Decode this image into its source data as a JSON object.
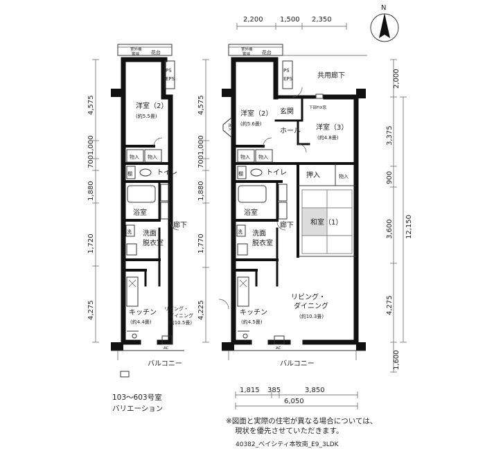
{
  "north_label": "N",
  "top_dims": [
    "2,200",
    "1,500",
    "2,350"
  ],
  "bottom_dims": [
    "1,815",
    "385",
    "3,850"
  ],
  "bottom_total": "6,050",
  "left_dims": [
    "4,575",
    "1,000",
    "700",
    "1,880",
    "1,720",
    "4,275"
  ],
  "mid_dims": [
    "4,575",
    "1,000",
    "700",
    "1,880",
    "1,770",
    "4,225"
  ],
  "right_dims": [
    "2,000",
    "3,375",
    "900",
    "3,600",
    "4,275",
    "1,600"
  ],
  "right_total": "12,150",
  "labels": {
    "outdoor_unit": "室外機",
    "outdoor_unit_place": "置場",
    "flower_stand": "花台",
    "ps": "PS",
    "eps": "EPS",
    "common_corridor": "共用廊下",
    "lower_fix_window": "下部FIX窓",
    "storage_a": "物入",
    "storage_b": "物入",
    "shelf": "棚",
    "toilet": "トイレ",
    "bath": "浴室",
    "wash": "洗",
    "washroom_1": "洗面",
    "washroom_2": "脱衣室",
    "corridor": "廊下",
    "kitchen": "キッチン",
    "balcony": "バルコニー",
    "entrance": "玄関",
    "hall": "ホール",
    "oshiire": "押入",
    "ac": "AC",
    "variation_units": "103〜603号室",
    "variation": "バリエーション"
  },
  "left_plan": {
    "room2": "洋室（2）",
    "room2_size": "(約5.5畳)",
    "kitchen_size": "(約4.4畳)",
    "living": "リビング・",
    "living2": "ダイニング",
    "living_size": "(約10.5畳)"
  },
  "right_plan": {
    "room2": "洋室（2）",
    "room2_size": "(約5.6畳)",
    "room3": "洋室（3）",
    "room3_size": "(約4.8畳)",
    "washitsu": "和室（1）",
    "kitchen_size": "(約4.5畳)",
    "living": "リビング・",
    "living2": "ダイニング",
    "living_size": "(約10.3畳)",
    "shoe_label": "出入"
  },
  "notes": {
    "line1": "※図面と実際の住宅が異なる場合については、",
    "line2": "現状を優先させていただきます。",
    "code": "40382_ベイシティ本牧南_E9_3LDK"
  }
}
